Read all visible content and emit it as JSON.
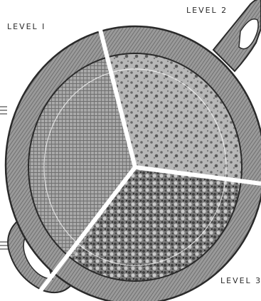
{
  "labels": {
    "level1": "LEVEL I",
    "level2": "LEVEL 2",
    "level3": "LEVEL 3"
  },
  "colors": {
    "background": "#ffffff",
    "ink": "#2a2a2a",
    "pan_fill": "#8a8a8a",
    "rim_fill": "#5e5e5e",
    "divider": "#ffffff"
  }
}
